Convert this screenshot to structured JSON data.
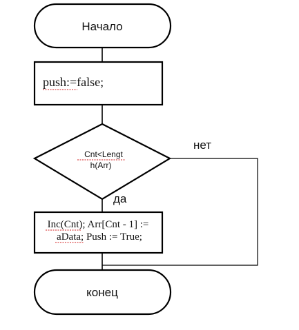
{
  "diagram": {
    "start": {
      "label": "Начало"
    },
    "init": {
      "label": "push:=false;"
    },
    "decision": {
      "line1": "Cnt<Lengt",
      "line2": "h(Arr)"
    },
    "no_label": "нет",
    "yes_label": "да",
    "process": {
      "line1": "Inc(Cnt);  Arr[Cnt - 1] :=",
      "line2": "aData; Push := True;"
    },
    "end": {
      "label": "конец"
    }
  }
}
